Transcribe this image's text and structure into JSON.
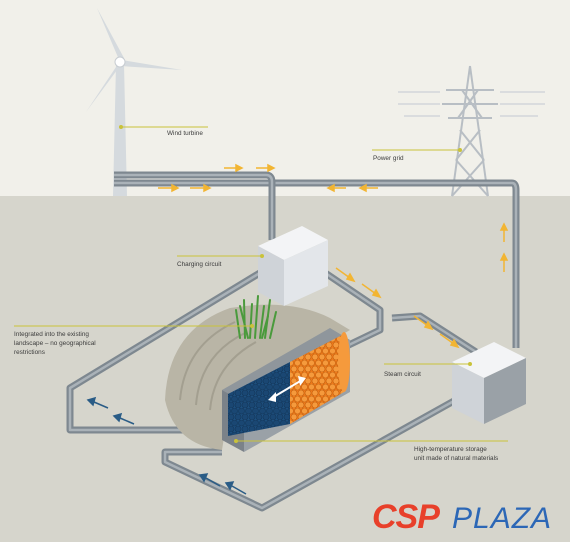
{
  "labels": {
    "wind_turbine": "Wind turbine",
    "power_grid": "Power grid",
    "charging_circuit": "Charging circuit",
    "landscape": [
      "Integrated into the existing",
      "landscape – no geographical",
      "restrictions"
    ],
    "steam_circuit": "Steam circuit",
    "storage": [
      "High-temperature storage",
      "unit made of natural materials"
    ]
  },
  "logo": {
    "part1": "CSP",
    "part2": "PLAZA"
  },
  "colors": {
    "sky": "#f1f0ea",
    "ground": "#d6d5cc",
    "pipe": "#7e8890",
    "pipe_highlight": "#aab2b8",
    "leader": "#c9c23a",
    "arrow_yellow": "#f2b533",
    "arrow_blue": "#2a5c86",
    "storage_hot": "#ee7a1a",
    "storage_cold": "#1d4f7e",
    "box": "#e9ebee",
    "rock": "#b9b5a6"
  }
}
